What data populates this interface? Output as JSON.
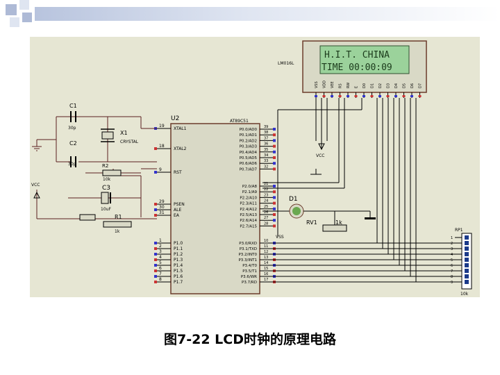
{
  "caption": "图7-22  LCD时钟的原理电路",
  "lcd": {
    "part_label": "LM016L",
    "line1": "H.I.T. CHINA",
    "line2": "TIME  00:00:09",
    "pins": [
      "VSS",
      "VDD",
      "VEE",
      "RS",
      "RW",
      "E",
      "D0",
      "D1",
      "D2",
      "D3",
      "D4",
      "D5",
      "D6",
      "D7"
    ]
  },
  "mcu": {
    "ref": "U2",
    "part": "AT89C51",
    "left_pins": [
      {
        "num": "19",
        "name": "XTAL1"
      },
      {
        "num": "18",
        "name": "XTAL2"
      },
      {
        "num": "9",
        "name": "RST"
      },
      {
        "num": "29",
        "name": "PSEN"
      },
      {
        "num": "30",
        "name": "ALE"
      },
      {
        "num": "31",
        "name": "EA"
      },
      {
        "num": "1",
        "name": "P1.0"
      },
      {
        "num": "2",
        "name": "P1.1"
      },
      {
        "num": "3",
        "name": "P1.2"
      },
      {
        "num": "4",
        "name": "P1.3"
      },
      {
        "num": "5",
        "name": "P1.4"
      },
      {
        "num": "6",
        "name": "P1.5"
      },
      {
        "num": "7",
        "name": "P1.6"
      },
      {
        "num": "8",
        "name": "P1.7"
      }
    ],
    "right_pins": [
      {
        "num": "39",
        "name": "P0.0/AD0"
      },
      {
        "num": "38",
        "name": "P0.1/AD1"
      },
      {
        "num": "37",
        "name": "P0.2/AD2"
      },
      {
        "num": "36",
        "name": "P0.3/AD3"
      },
      {
        "num": "35",
        "name": "P0.4/AD4"
      },
      {
        "num": "34",
        "name": "P0.5/AD5"
      },
      {
        "num": "33",
        "name": "P0.6/AD6"
      },
      {
        "num": "32",
        "name": "P0.7/AD7"
      },
      {
        "num": "21",
        "name": "P2.0/A8"
      },
      {
        "num": "22",
        "name": "P2.1/A9"
      },
      {
        "num": "23",
        "name": "P2.2/A10"
      },
      {
        "num": "24",
        "name": "P2.3/A11"
      },
      {
        "num": "25",
        "name": "P2.4/A12"
      },
      {
        "num": "26",
        "name": "P2.5/A13"
      },
      {
        "num": "27",
        "name": "P2.6/A14"
      },
      {
        "num": "28",
        "name": "P2.7/A15"
      },
      {
        "num": "10",
        "name": "P3.0/RXD"
      },
      {
        "num": "11",
        "name": "P3.1/TXD"
      },
      {
        "num": "12",
        "name": "P3.2/INT0"
      },
      {
        "num": "13",
        "name": "P3.3/INT1"
      },
      {
        "num": "14",
        "name": "P3.4/T0"
      },
      {
        "num": "15",
        "name": "P3.5/T1"
      },
      {
        "num": "16",
        "name": "P3.6/WR"
      },
      {
        "num": "17",
        "name": "P3.7/RD"
      }
    ]
  },
  "components": {
    "c1": {
      "ref": "C1",
      "value": "30p"
    },
    "c2": {
      "ref": "C2",
      "value": "30p"
    },
    "c3": {
      "ref": "C3",
      "value": "10uF"
    },
    "x1": {
      "ref": "X1",
      "value": "CRYSTAL"
    },
    "r2": {
      "ref": "R2",
      "value": "10k"
    },
    "r1": {
      "ref": "R1",
      "value": "1k"
    },
    "d1": {
      "ref": "D1"
    },
    "rv1": {
      "ref": "RV1",
      "value": "1k"
    },
    "vcc1": "VCC",
    "vcc2": "VCC",
    "vss": "VSS",
    "rp": {
      "ref": "RP1",
      "value": "10k"
    }
  }
}
